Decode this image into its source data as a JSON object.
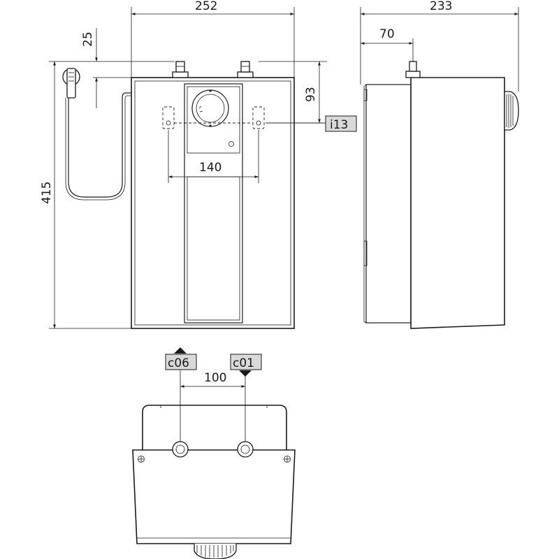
{
  "dimensions": {
    "width_front": "252",
    "depth_side": "233",
    "connection_offset": "70",
    "top_offset": "25",
    "height": "415",
    "mount_height": "93",
    "mount_spacing": "140",
    "pipe_spacing": "100"
  },
  "tags": {
    "mount": "i13",
    "hot_outlet": "c06",
    "cold_inlet": "c01"
  }
}
